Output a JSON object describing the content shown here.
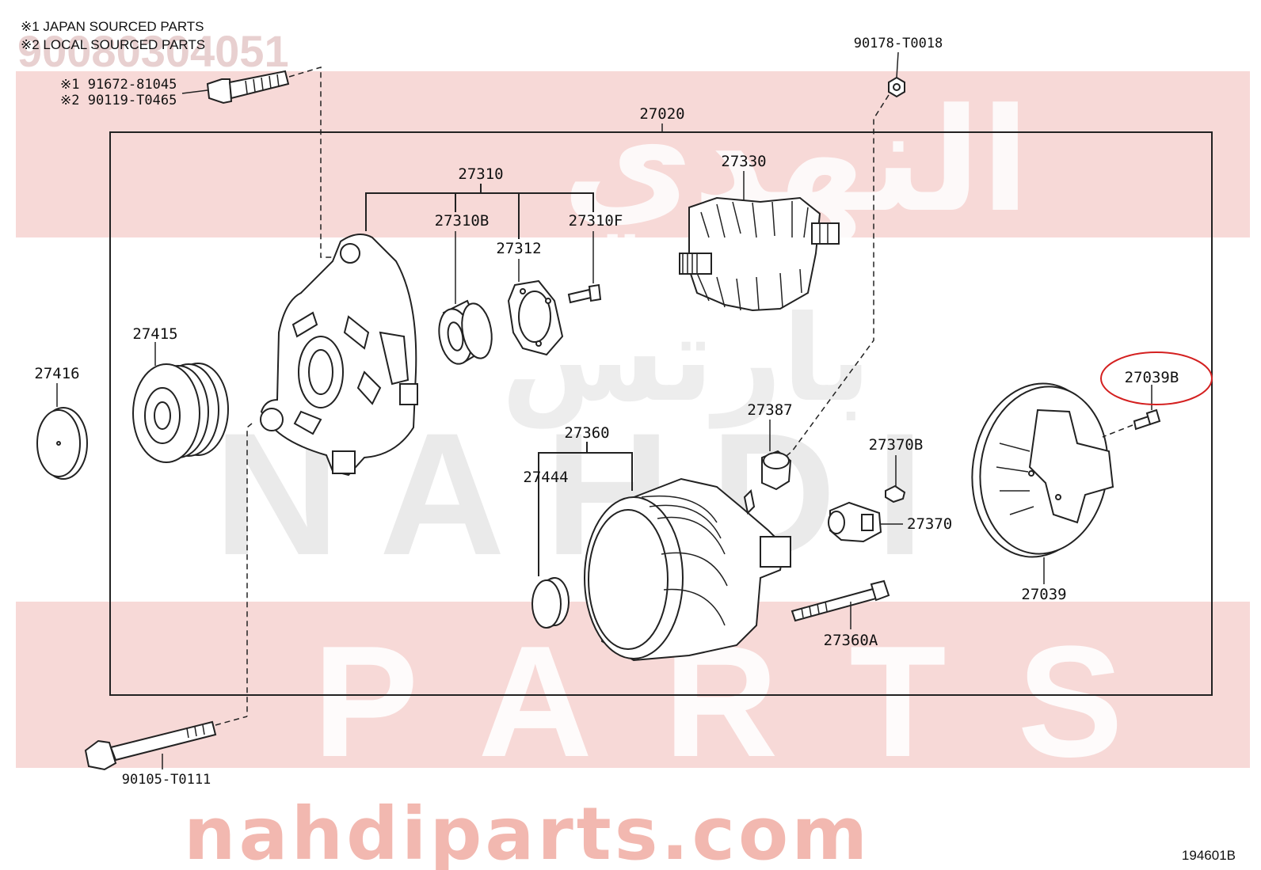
{
  "watermark": {
    "part_number": "90080304051",
    "arabic_top": "النهدي",
    "arabic_mid": "بارتس",
    "brand": "NAHDI",
    "parts": "PARTS",
    "url": "nahdiparts.com"
  },
  "notes": {
    "line1": "※1 JAPAN SOURCED PARTS",
    "line2": "※2 LOCAL SOURCED PARTS"
  },
  "labels": {
    "bolt_top_1": "※1 91672-81045",
    "bolt_top_2": "※2 90119-T0465",
    "nut_top": "90178-T0018",
    "assembly": "27020",
    "frame_set": "27310",
    "bearing": "27310B",
    "retainer": "27312",
    "screw_f": "27310F",
    "rotor": "27330",
    "pulley": "27415",
    "pulley_cap": "27416",
    "brush_holder": "27387",
    "stator_frame": "27360",
    "bushing": "27444",
    "regulator_screw": "27370B",
    "regulator": "27370",
    "through_bolt": "27360A",
    "rear_cover": "27039",
    "cover_screw": "27039B",
    "bolt_bottom": "90105-T0111",
    "diagram_id": "194601B"
  },
  "colors": {
    "band": "#f7d9d7",
    "highlight": "#d42020"
  }
}
